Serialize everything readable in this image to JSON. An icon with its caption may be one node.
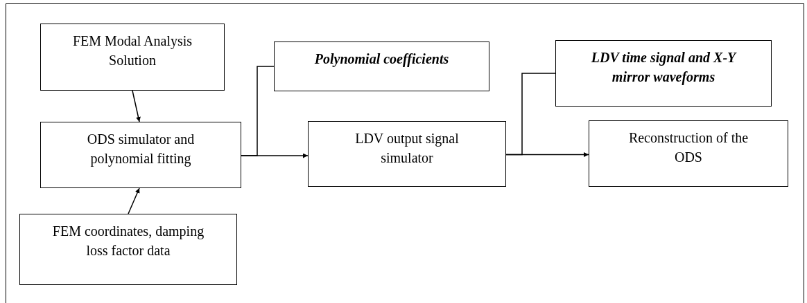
{
  "diagram": {
    "nodes": [
      {
        "text": [
          "FEM Modal Analysis Solution"
        ]
      },
      {
        "text": [
          "ODS simulator and polynomial fitting"
        ]
      },
      {
        "text": [
          "FEM coordinates, damping loss factor data"
        ]
      },
      {
        "text": [
          "Polynomial coefficients"
        ]
      },
      {
        "text": [
          "LDV output signal simulator"
        ]
      },
      {
        "text": [
          "LDV time signal and X-Y mirror waveforms"
        ]
      },
      {
        "text": [
          "Reconstruction of the ODS"
        ]
      }
    ],
    "edges": [
      {
        "from": 0,
        "to": 1,
        "arrow": "to"
      },
      {
        "from": 2,
        "to": 1,
        "arrow": "to"
      },
      {
        "from": 1,
        "to": 3,
        "arrow": "none"
      },
      {
        "from": 1,
        "to": 4,
        "arrow": "to"
      },
      {
        "from": 4,
        "to": 5,
        "arrow": "none"
      },
      {
        "from": 4,
        "to": 6,
        "arrow": "to"
      }
    ]
  }
}
